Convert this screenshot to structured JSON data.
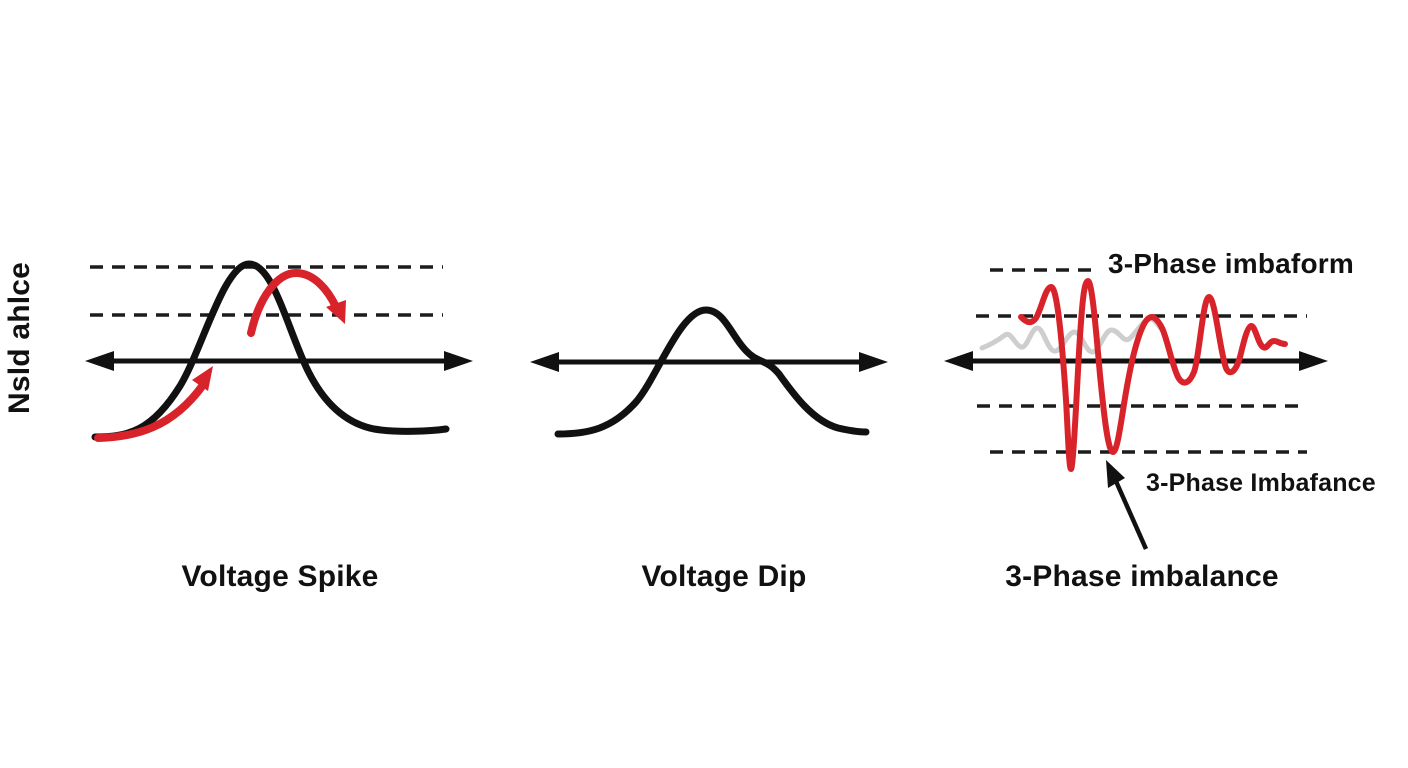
{
  "page": {
    "background": "#ffffff",
    "y_axis_label": "Nsld ahlce"
  },
  "colors": {
    "ink": "#111111",
    "accent_red": "#d8232b",
    "faded_gray": "#c9c9c9"
  },
  "panels": [
    {
      "caption": "Voltage Spike"
    },
    {
      "caption": "Voltage Dip"
    },
    {
      "caption": "3-Phase imbalance",
      "annotation_top": "3-Phase imbaform",
      "annotation_side": "3-Phase Imbafance"
    }
  ]
}
